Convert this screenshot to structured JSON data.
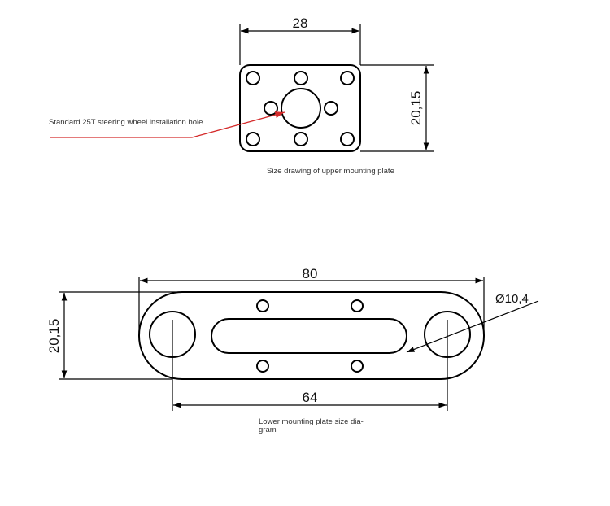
{
  "upper_plate": {
    "width_dim": "28",
    "height_dim": "20,15",
    "callout_label": "Standard 25T steering wheel installation hole",
    "caption": "Size drawing of upper mounting plate"
  },
  "lower_plate": {
    "length_dim": "80",
    "height_dim": "20,15",
    "hole_spacing_dim": "64",
    "hole_dia_dim": "Ø10,4",
    "caption_line1": "Lower mounting plate size dia-",
    "caption_line2": "gram"
  },
  "colors": {
    "line": "#000000",
    "callout": "#d42a2a"
  }
}
